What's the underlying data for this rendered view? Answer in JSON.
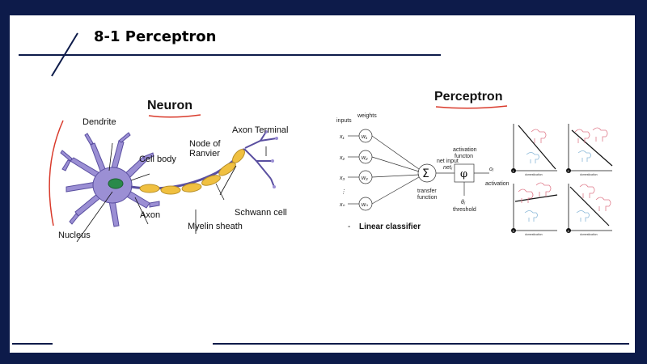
{
  "slide": {
    "title": "8-1 Perceptron",
    "colors": {
      "frame": "#0d1b4a",
      "accent_underline": "#d93a2b",
      "axon": "#f0c040",
      "neuron_body": "#9b8fd4",
      "nucleus": "#2a8a4a"
    }
  },
  "neuron": {
    "heading": "Neuron",
    "labels": {
      "dendrite": "Dendrite",
      "cell_body": "Cell body",
      "node_of_ranvier_1": "Node of",
      "node_of_ranvier_2": "Ranvier",
      "axon_terminal": "Axon Terminal",
      "schwann_cell": "Schwann cell",
      "axon": "Axon",
      "myelin_sheath": "Myelin sheath",
      "nucleus": "Nucleus"
    }
  },
  "perceptron": {
    "heading": "Perceptron",
    "labels": {
      "inputs": "inputs",
      "weights": "weights",
      "x1": "x₁",
      "x2": "x₂",
      "x3": "x₃",
      "xn": "xₙ",
      "w1": "w₁",
      "w2": "w₂",
      "w3": "w₃",
      "wn": "wₙ",
      "vdots": "⋮",
      "sum_symbol": "Σ",
      "transfer_1": "transfer",
      "transfer_2": "function",
      "net_input_1": "net input",
      "net_input_2": "netⱼ",
      "activation_fn_1": "activation",
      "activation_fn_2": "functon",
      "phi": "φ",
      "output": "oⱼ",
      "activation": "activation",
      "theta": "θⱼ",
      "threshold": "threshold"
    },
    "bullet": "-",
    "linear_classifier": "Linear classifier",
    "panels": [
      {
        "number": "1",
        "xlabel": "domestication"
      },
      {
        "number": "2",
        "xlabel": "domestication"
      },
      {
        "number": "3",
        "xlabel": "domestication"
      },
      {
        "number": "4",
        "xlabel": "domestication"
      }
    ]
  }
}
